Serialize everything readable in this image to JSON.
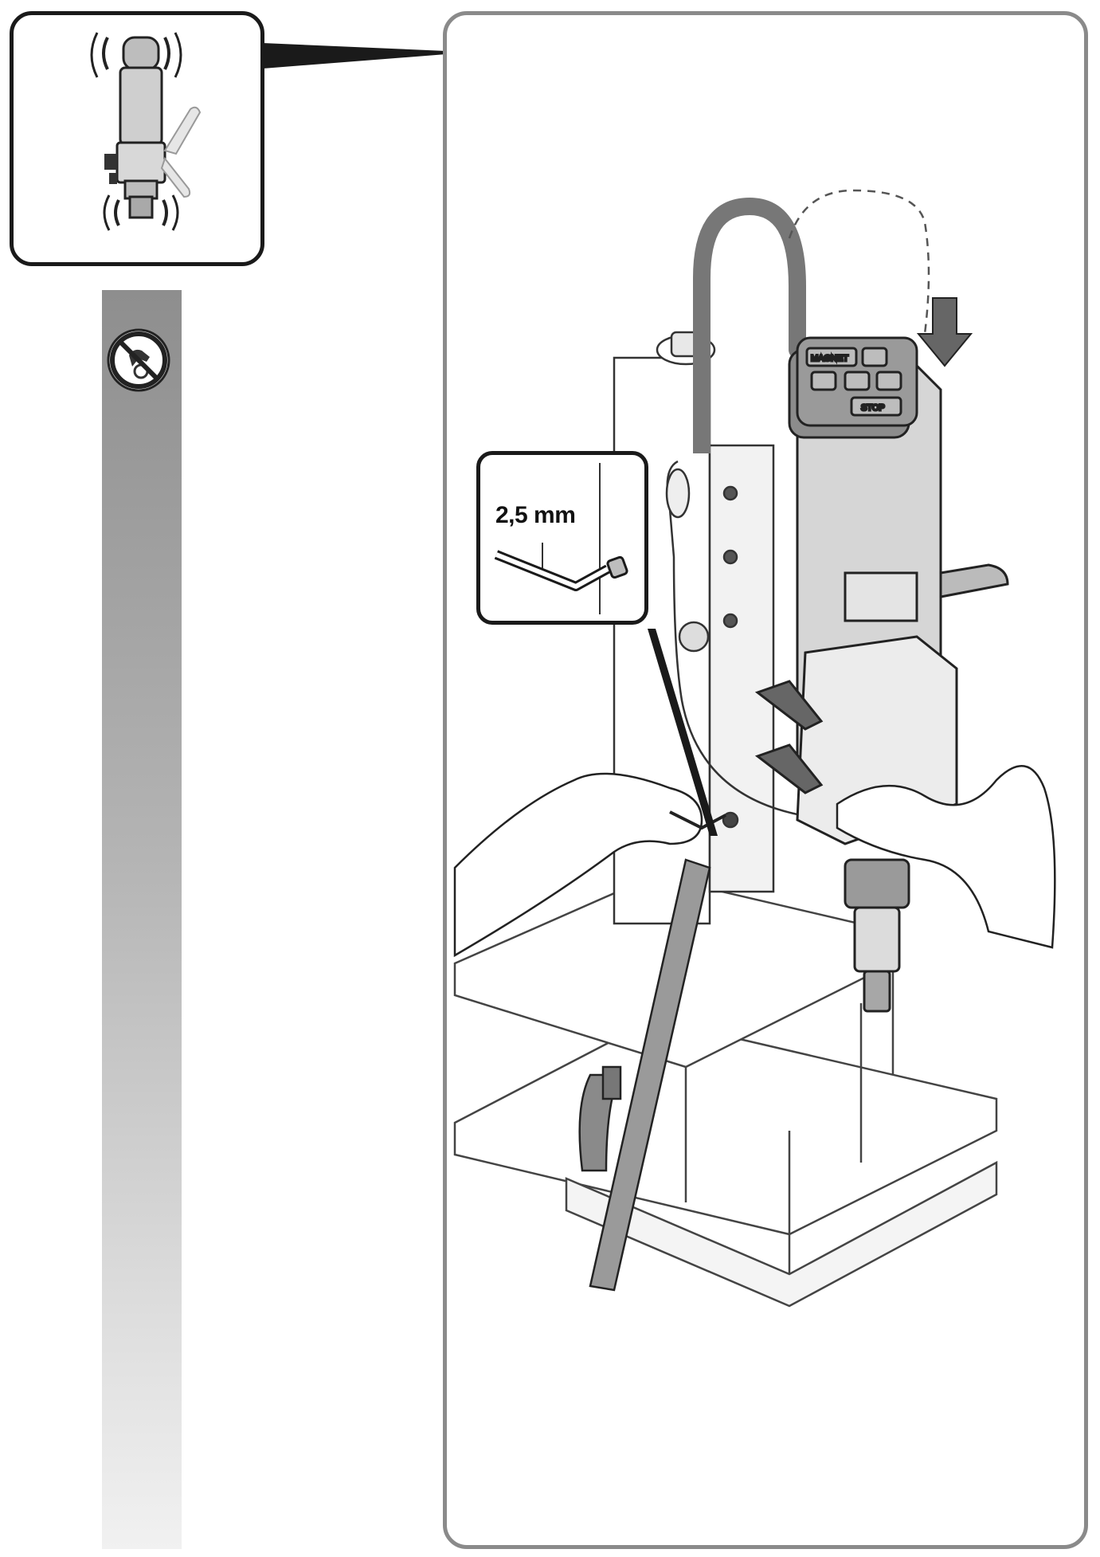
{
  "detail": {
    "label": "2,5 mm"
  },
  "control_panel": {
    "magnet_label": "MAGNET",
    "stop_label": "STOP"
  },
  "colors": {
    "frame": "#8a8a8a",
    "inset_frame": "#1a1a1a",
    "bar_top": "#8e8e8e",
    "bar_bottom": "#f1f1f1"
  },
  "icons": [
    "no-touch-icon",
    "press-down-arrow-icon",
    "hex-key-icon",
    "set-screw-icon"
  ]
}
